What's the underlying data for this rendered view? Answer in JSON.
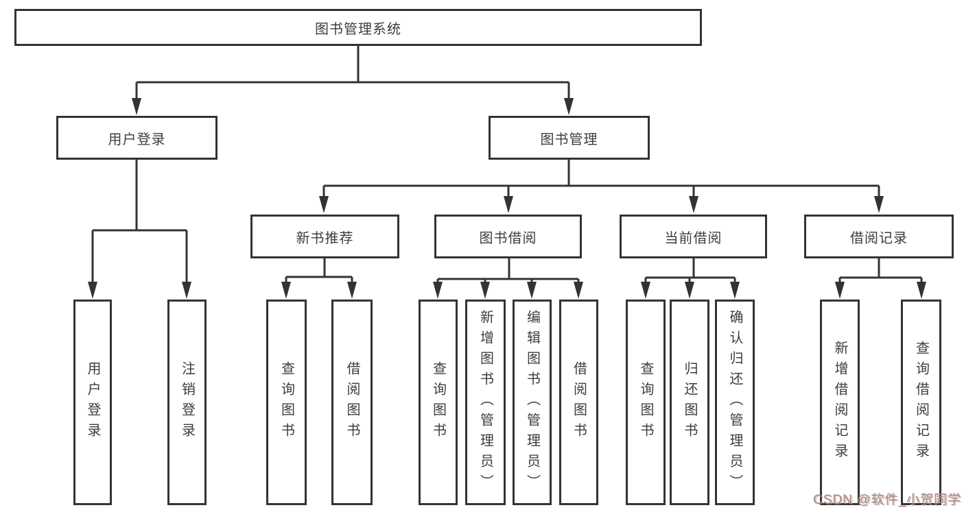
{
  "diagram": {
    "type": "hierarchy-tree",
    "root": {
      "label": "图书管理系统"
    },
    "level2": [
      {
        "label": "用户登录"
      },
      {
        "label": "图书管理"
      }
    ],
    "level3": [
      {
        "label": "新书推荐"
      },
      {
        "label": "图书借阅"
      },
      {
        "label": "当前借阅"
      },
      {
        "label": "借阅记录"
      }
    ],
    "leaves": {
      "user_login": [
        {
          "label": "用户登录"
        },
        {
          "label": "注销登录"
        }
      ],
      "new_book": [
        {
          "label": "查询图书"
        },
        {
          "label": "借阅图书"
        }
      ],
      "book_borrow": [
        {
          "label": "查询图书"
        },
        {
          "label": "新增图书（管理员）"
        },
        {
          "label": "编辑图书（管理员）"
        },
        {
          "label": "借阅图书"
        }
      ],
      "current_borrow": [
        {
          "label": "查询图书"
        },
        {
          "label": "归还图书"
        },
        {
          "label": "确认归还（管理员）"
        }
      ],
      "borrow_records": [
        {
          "label": "新增借阅记录"
        },
        {
          "label": "查询借阅记录"
        }
      ]
    },
    "tree_outline": {
      "图书管理系统": {
        "用户登录": [
          "用户登录",
          "注销登录"
        ],
        "图书管理": {
          "新书推荐": [
            "查询图书",
            "借阅图书"
          ],
          "图书借阅": [
            "查询图书",
            "新增图书（管理员）",
            "编辑图书（管理员）",
            "借阅图书"
          ],
          "当前借阅": [
            "查询图书",
            "归还图书",
            "确认归还（管理员）"
          ],
          "借阅记录": [
            "新增借阅记录",
            "查询借阅记录"
          ]
        }
      }
    }
  },
  "colors": {
    "line": "#333333",
    "text": "#3d3d3d",
    "background": "#ffffff",
    "watermark_text": "#8f8f8f",
    "watermark_shadow": "#e98980"
  },
  "watermark": {
    "text": "CSDN @软件_小贺同学"
  }
}
